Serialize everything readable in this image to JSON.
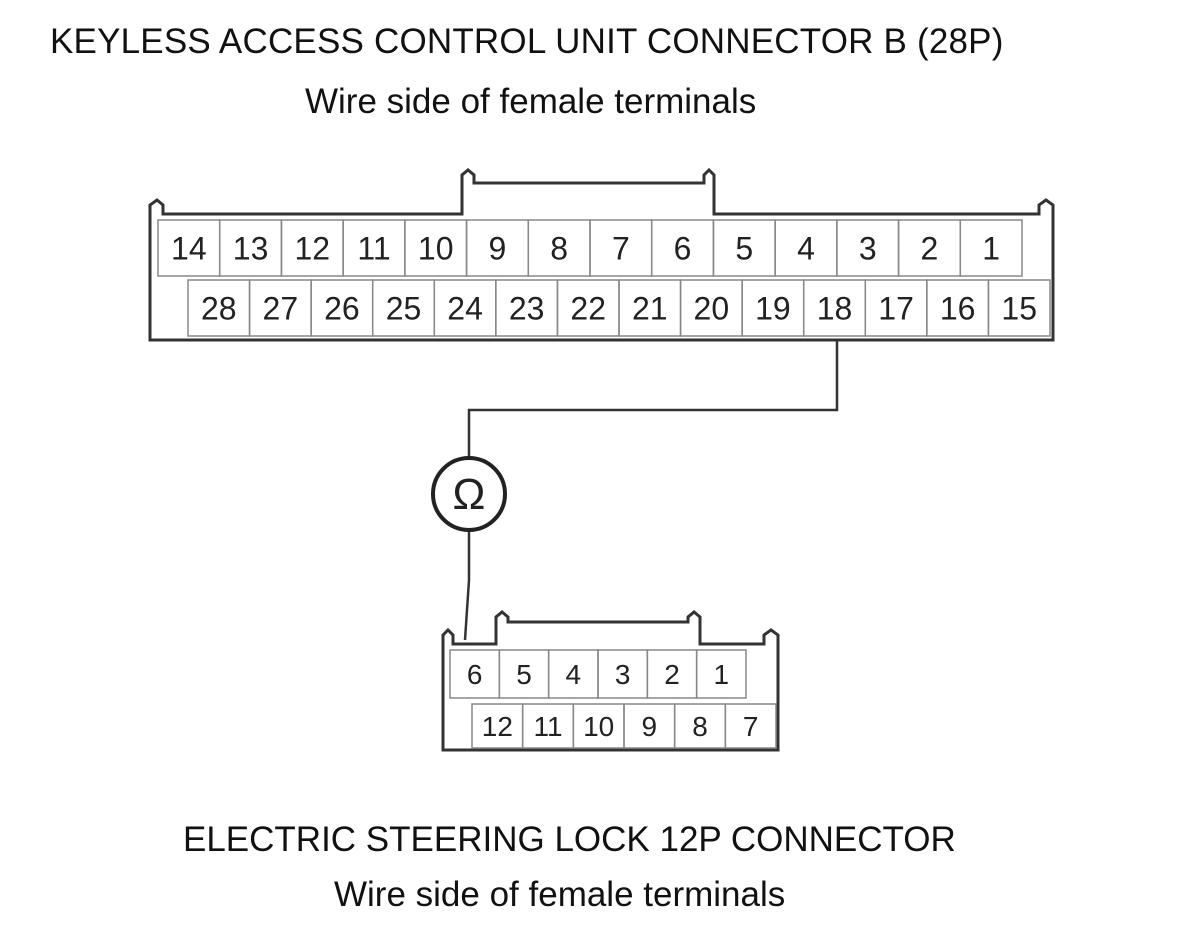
{
  "top_connector": {
    "title": "KEYLESS ACCESS CONTROL UNIT CONNECTOR B (28P)",
    "subtitle": "Wire side of female terminals",
    "row1": [
      "14",
      "13",
      "12",
      "11",
      "10",
      "9",
      "8",
      "7",
      "6",
      "5",
      "4",
      "3",
      "2",
      "1"
    ],
    "row2": [
      "28",
      "27",
      "26",
      "25",
      "24",
      "23",
      "22",
      "21",
      "20",
      "19",
      "18",
      "17",
      "16",
      "15"
    ],
    "probe_terminal": "18"
  },
  "meter": {
    "symbol": "Ω",
    "icon": "ohmmeter-icon"
  },
  "bottom_connector": {
    "title": "ELECTRIC STEERING LOCK 12P CONNECTOR",
    "subtitle": "Wire side of female terminals",
    "row1": [
      "6",
      "5",
      "4",
      "3",
      "2",
      "1"
    ],
    "row2": [
      "12",
      "11",
      "10",
      "9",
      "8",
      "7"
    ],
    "probe_terminal": "6"
  },
  "colors": {
    "line": "#333333",
    "cell_border": "#888888",
    "text": "#222222"
  }
}
